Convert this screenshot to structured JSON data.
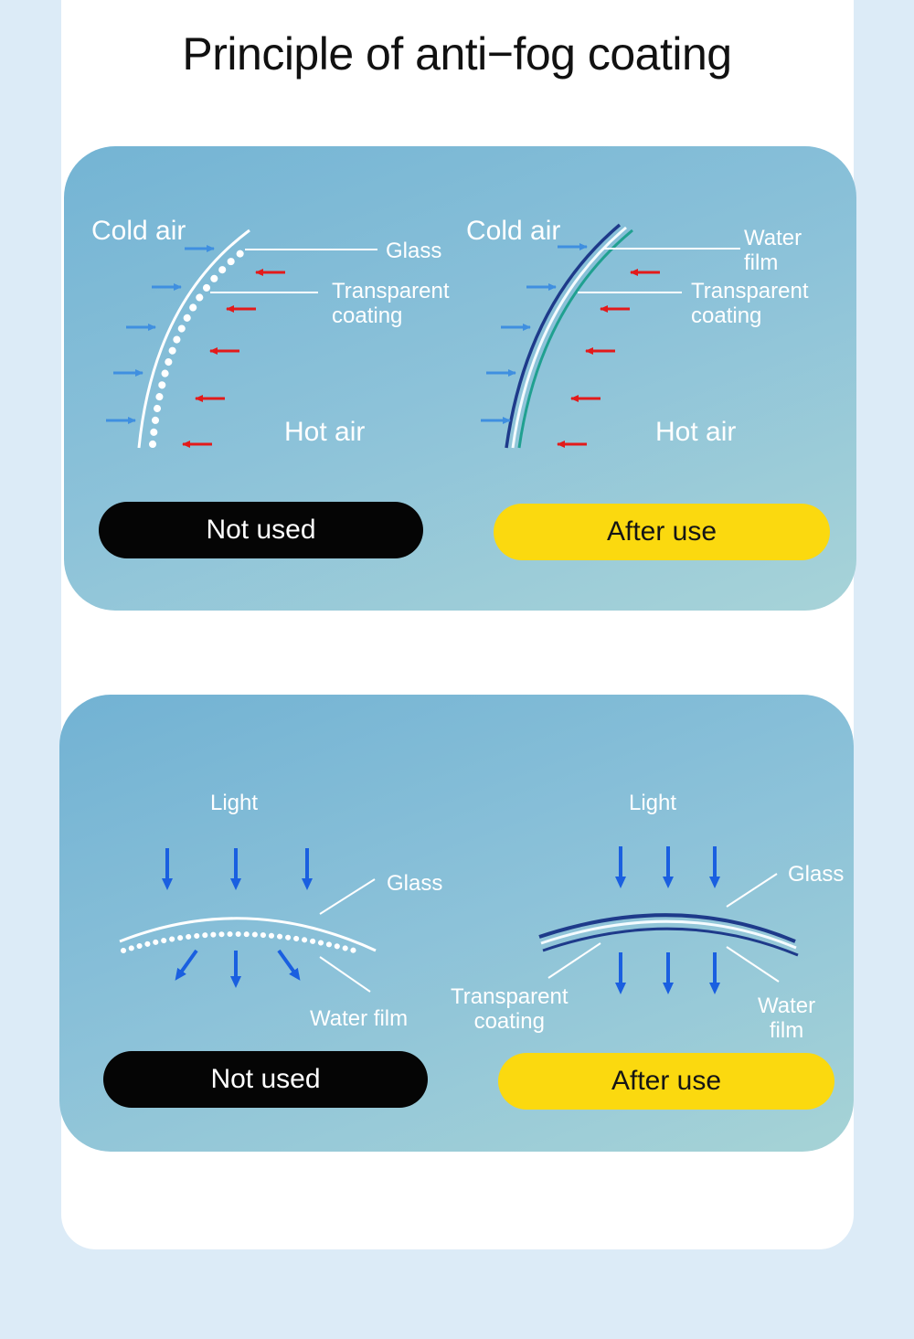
{
  "page": {
    "title": "Principle of anti−fog coating"
  },
  "colors": {
    "panel_gradient_start": "#74b4d4",
    "panel_gradient_end": "#a7d3d8",
    "cold_air_arrow": "#3f8fe0",
    "hot_air_arrow": "#e31a1a",
    "glass_line": "#1e3a8a",
    "coating_line": "#20a090",
    "light_arrow": "#1a5fe0",
    "not_used_badge": "#050505",
    "after_use_badge": "#fbd90f"
  },
  "panel_fog": {
    "not_used": {
      "cold_air": "Cold air",
      "glass": "Glass",
      "transparent_coating": "Transparent\ncoating",
      "hot_air": "Hot air",
      "badge": "Not used"
    },
    "after_use": {
      "cold_air": "Cold air",
      "water_film": "Water\nfilm",
      "transparent_coating": "Transparent\ncoating",
      "hot_air": "Hot air",
      "badge": "After use"
    }
  },
  "panel_light": {
    "not_used": {
      "light": "Light",
      "glass": "Glass",
      "water_film": "Water film",
      "badge": "Not used"
    },
    "after_use": {
      "light": "Light",
      "glass": "Glass",
      "transparent_coating": "Transparent\ncoating",
      "water_film": "Water\nfilm",
      "badge": "After use"
    }
  }
}
